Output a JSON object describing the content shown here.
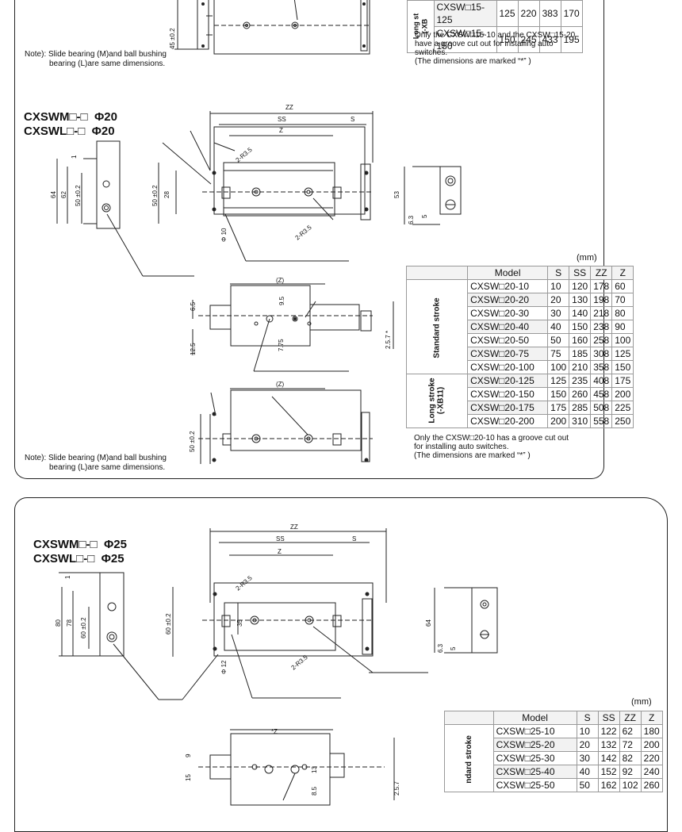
{
  "top_fragment": {
    "rows": [
      {
        "model": "CXSW□15-125",
        "s": "125",
        "ss": "220",
        "zz": "383",
        "z": "170"
      },
      {
        "model": "CXSW□15-150",
        "s": "150",
        "ss": "245",
        "zz": "433",
        "z": "195"
      }
    ],
    "side_label": "Long st\n(-XB",
    "table_note": "Only the CXSW□15-10 and the CXSW□15-20\nhave a groove cut out for installing auto\nswitches.\n(The dimensions are marked “*” )",
    "note_line1": "Note): Slide bearing (M)and ball bushing",
    "note_line2": "bearing (L)are same dimensions.",
    "dims": {
      "d45": "45 ±0.2"
    }
  },
  "section20": {
    "title_line1": "CXSWM□-□  Φ20",
    "title_line2": "CXSWL□-□  Φ20",
    "unit": "(mm)",
    "headers": [
      "Model",
      "S",
      "SS",
      "ZZ",
      "Z"
    ],
    "standard_label": "Standard stroke",
    "long_label": "Long stroke\n(-XB11)",
    "standard_rows": [
      {
        "model": "CXSW□20-10",
        "s": "10",
        "ss": "120",
        "zz": "178",
        "z": "60"
      },
      {
        "model": "CXSW□20-20",
        "s": "20",
        "ss": "130",
        "zz": "198",
        "z": "70"
      },
      {
        "model": "CXSW□20-30",
        "s": "30",
        "ss": "140",
        "zz": "218",
        "z": "80"
      },
      {
        "model": "CXSW□20-40",
        "s": "40",
        "ss": "150",
        "zz": "238",
        "z": "90"
      },
      {
        "model": "CXSW□20-50",
        "s": "50",
        "ss": "160",
        "zz": "258",
        "z": "100"
      },
      {
        "model": "CXSW□20-75",
        "s": "75",
        "ss": "185",
        "zz": "308",
        "z": "125"
      },
      {
        "model": "CXSW□20-100",
        "s": "100",
        "ss": "210",
        "zz": "358",
        "z": "150"
      }
    ],
    "long_rows": [
      {
        "model": "CXSW□20-125",
        "s": "125",
        "ss": "235",
        "zz": "408",
        "z": "175"
      },
      {
        "model": "CXSW□20-150",
        "s": "150",
        "ss": "260",
        "zz": "458",
        "z": "200"
      },
      {
        "model": "CXSW□20-175",
        "s": "175",
        "ss": "285",
        "zz": "508",
        "z": "225"
      },
      {
        "model": "CXSW□20-200",
        "s": "200",
        "ss": "310",
        "zz": "558",
        "z": "250"
      }
    ],
    "table_note": "Only the CXSW□20-10 has a groove cut out\nfor installing auto switches.\n(The dimensions are marked “*” )",
    "note_line1": "Note): Slide bearing (M)and ball bushing",
    "note_line2": "bearing (L)are same dimensions.",
    "dims": {
      "zz": "ZZ",
      "ss": "SS",
      "s": "S",
      "z": "Z",
      "zp": "(Z)",
      "d64": "64",
      "d62": "62",
      "d50a": "50 ±0.2",
      "d50b": "50 ±0.2",
      "d28": "28",
      "d53": "53",
      "d63": "6.3",
      "d5": "5",
      "dphi10": "Φ 10",
      "r35a": "2-R3.5",
      "r35b": "2-R3.5",
      "d65": "6.5",
      "d95": "9.5",
      "d125": "12.5",
      "d775": "7.75",
      "d257": "2.5.7 *",
      "d50c": "50 ±0.2",
      "d1": "1"
    }
  },
  "section25": {
    "title_line1": "CXSWM□-□  Φ25",
    "title_line2": "CXSWL□-□  Φ25",
    "unit": "(mm)",
    "headers": [
      "Model",
      "S",
      "SS",
      "ZZ",
      "Z"
    ],
    "standard_label": "ndard stroke",
    "rows": [
      {
        "model": "CXSW□25-10",
        "s": "10",
        "ss": "122",
        "zz": "62",
        "z": "180"
      },
      {
        "model": "CXSW□25-20",
        "s": "20",
        "ss": "132",
        "zz": "72",
        "z": "200"
      },
      {
        "model": "CXSW□25-30",
        "s": "30",
        "ss": "142",
        "zz": "82",
        "z": "220"
      },
      {
        "model": "CXSW□25-40",
        "s": "40",
        "ss": "152",
        "zz": "92",
        "z": "240"
      },
      {
        "model": "CXSW□25-50",
        "s": "50",
        "ss": "162",
        "zz": "102",
        "z": "260"
      }
    ],
    "dims": {
      "zz": "ZZ",
      "ss": "SS",
      "s": "S",
      "z": "Z",
      "zs": "*Z",
      "d80": "80",
      "d78": "78",
      "d60a": "60 ±0.2",
      "d60b": "60 ±0.2",
      "d35": "35",
      "d64": "64",
      "d63": "6.3",
      "d5": "5",
      "dphi12": "Φ 12",
      "r35a": "2-R3.5",
      "r35b": "2-R3.5",
      "d9": "9",
      "d15": "15",
      "d13": "13",
      "d85": "8.5",
      "d257": "2.5.7",
      "d1": "1"
    }
  }
}
